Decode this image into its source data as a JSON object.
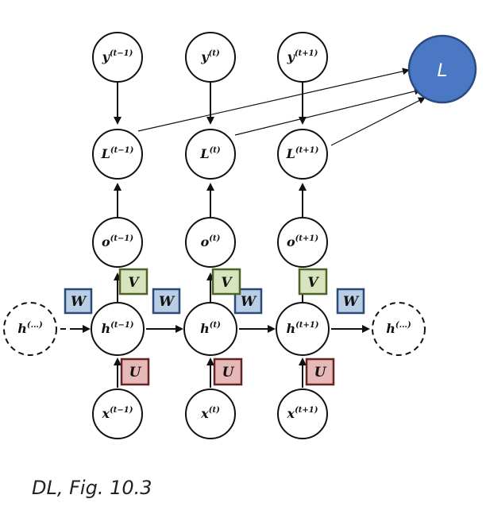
{
  "nodes": {
    "y_prev": {
      "base": "y",
      "sup": "(t−1)"
    },
    "y_cur": {
      "base": "y",
      "sup": "(t)"
    },
    "y_next": {
      "base": "y",
      "sup": "(t+1)"
    },
    "L_prev": {
      "base": "L",
      "sup": "(t−1)"
    },
    "L_cur": {
      "base": "L",
      "sup": "(t)"
    },
    "L_next": {
      "base": "L",
      "sup": "(t+1)"
    },
    "o_prev": {
      "base": "o",
      "sup": "(t−1)"
    },
    "o_cur": {
      "base": "o",
      "sup": "(t)"
    },
    "o_next": {
      "base": "o",
      "sup": "(t+1)"
    },
    "h_start": {
      "base": "h",
      "sup": "(...)"
    },
    "h_prev": {
      "base": "h",
      "sup": "(t−1)"
    },
    "h_cur": {
      "base": "h",
      "sup": "(t)"
    },
    "h_next": {
      "base": "h",
      "sup": "(t+1)"
    },
    "h_end": {
      "base": "h",
      "sup": "(...)"
    },
    "x_prev": {
      "base": "x",
      "sup": "(t−1)"
    },
    "x_cur": {
      "base": "x",
      "sup": "(t)"
    },
    "x_next": {
      "base": "x",
      "sup": "(t+1)"
    }
  },
  "loss_total": "L",
  "params": {
    "W": "W",
    "V": "V",
    "U": "U"
  },
  "param_colors": {
    "W": {
      "fill": "#b9cde5",
      "stroke": "#2a4a78"
    },
    "V": {
      "fill": "#d7e4bd",
      "stroke": "#4f6228"
    },
    "U": {
      "fill": "#e6b9b8",
      "stroke": "#632523"
    }
  },
  "loss_color": "#4a78c4",
  "caption": "DL, Fig. 10.3"
}
